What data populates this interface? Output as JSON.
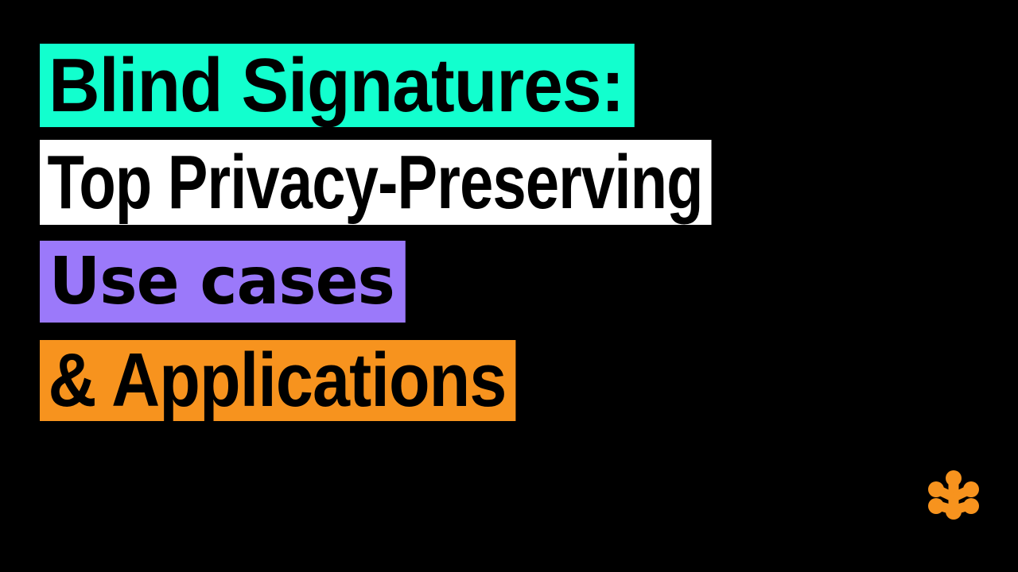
{
  "slide": {
    "background_color": "#000000",
    "title_lines": [
      {
        "text": "Blind Signatures:",
        "highlight_color": "#12FFCE",
        "text_color": "#000000"
      },
      {
        "text": "Top Privacy-Preserving",
        "highlight_color": "#FFFFFF",
        "text_color": "#000000"
      },
      {
        "text": "Use cases",
        "highlight_color": "#9B79FA",
        "text_color": "#000000"
      },
      {
        "text": "& Applications",
        "highlight_color": "#F7931E",
        "text_color": "#000000"
      }
    ],
    "logo": {
      "name": "molecule-network-logo",
      "color": "#F7931E"
    }
  }
}
